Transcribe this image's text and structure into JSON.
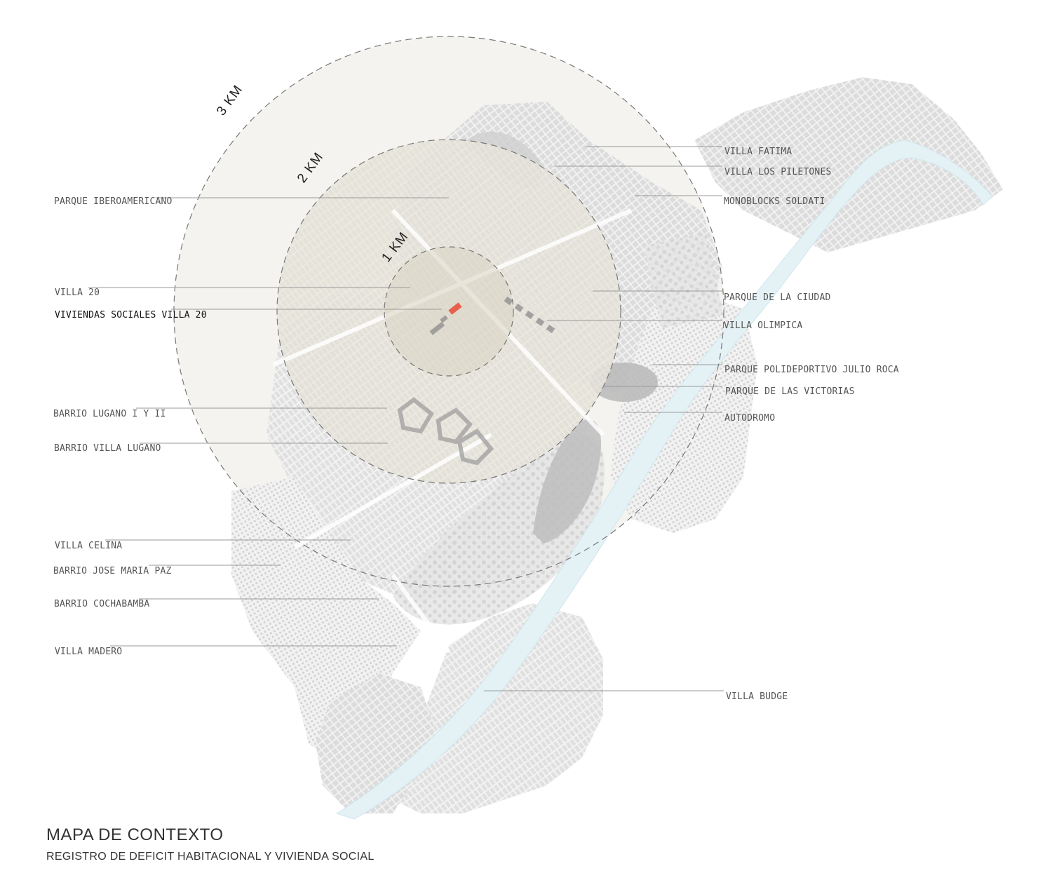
{
  "title": "MAPA DE CONTEXTO",
  "subtitle": "REGISTRO DE DEFICIT HABITACIONAL Y VIVIENDA SOCIAL",
  "rings": {
    "km1": "1 KM",
    "km2": "2 KM",
    "km3": "3 KM"
  },
  "labels": {
    "left": [
      "PARQUE IBEROAMERICANO",
      "VILLA 20",
      "VIVIENDAS SOCIALES VILLA 20",
      "BARRIO LUGANO I Y II",
      "BARRIO VILLA LUGANO",
      "VILLA CELINA",
      "BARRIO JOSE MARIA PAZ",
      "BARRIO COCHABAMBA",
      "VILLA MADERO"
    ],
    "right": [
      "VILLA FATIMA",
      "VILLA LOS PILETONES",
      "MONOBLOCKS SOLDATI",
      "PARQUE DE LA CIUDAD",
      "VILLA OLIMPICA",
      "PARQUE POLIDEPORTIVO JULIO ROCA",
      "PARQUE DE LAS VICTORIAS",
      "AUTODROMO",
      "VILLA BUDGE"
    ]
  },
  "colors": {
    "ring3_fill": "#f4f3ef",
    "ring2_fill": "#e3dfcf",
    "site": "#e8604c",
    "river": "#e4f2f6",
    "urban": "#e9e9e9",
    "park": "#d8d8d8"
  }
}
